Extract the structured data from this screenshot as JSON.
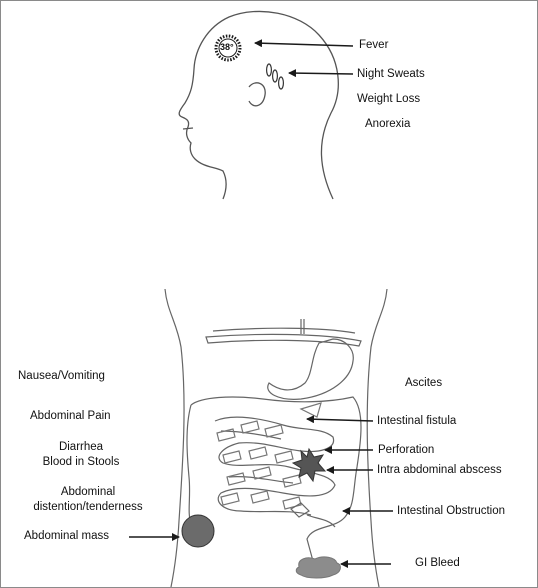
{
  "head": {
    "temperature": "38°",
    "labels": {
      "fever": "Fever",
      "night_sweats": "Night Sweats",
      "weight_loss": "Weight Loss",
      "anorexia": "Anorexia"
    }
  },
  "abdomen": {
    "left_labels": {
      "nausea": "Nausea/Vomiting",
      "abdominal_pain": "Abdominal Pain",
      "diarrhea": "Diarrhea",
      "blood_in_stools": "Blood in Stools",
      "distention_line1": "Abdominal",
      "distention_line2": "distention/tenderness",
      "abdominal_mass": "Abdominal mass"
    },
    "right_labels": {
      "ascites": "Ascites",
      "intestinal_fistula": "Intestinal fistula",
      "perforation": "Perforation",
      "abscess": "Intra abdominal abscess",
      "obstruction": "Intestinal Obstruction",
      "gi_bleed": "GI Bleed"
    }
  },
  "colors": {
    "line": "#1a1a1a",
    "outline": "#555555",
    "mass_fill": "#6b6b6b",
    "bleed_fill": "#8c8c8c"
  }
}
